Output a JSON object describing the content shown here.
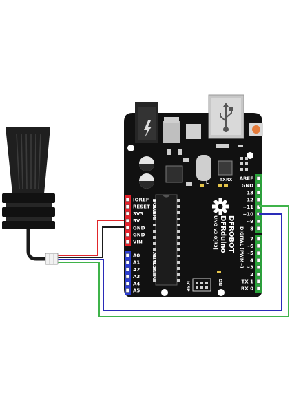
{
  "board": {
    "brand": "DFROBOT",
    "name": "DFRduino",
    "version": "UNO v3.0[R3]",
    "power_header_label": "POWER",
    "analog_header_label": "ANALOG IN",
    "digital_header_label": "DIGITAL (PWM~)",
    "icsp_label": "ICSP",
    "on_label": "ON",
    "tx_led_label": "TX",
    "rx_led_label": "RX",
    "led_l_label": "L",
    "power_pins": [
      "IOREF",
      "RESET",
      "3V3",
      "5V",
      "GND",
      "GND",
      "VIN"
    ],
    "analog_pins": [
      "A0",
      "A1",
      "A2",
      "A3",
      "A4",
      "A5"
    ],
    "digital_pins_top": [
      "AREF",
      "GND",
      "13",
      "12",
      "~11",
      "~10",
      "~9",
      "8"
    ],
    "digital_pins_bottom": [
      "7",
      "~6",
      "~5",
      "4",
      "~3",
      "2",
      "TX 1",
      "RX 0"
    ]
  },
  "colors": {
    "board": "#111111",
    "header_power": "#e5212b",
    "header_analog": "#2b3ccf",
    "header_digital": "#29a33a",
    "wire_red": "#e0262a",
    "wire_black": "#1a1a1a",
    "wire_blue": "#2a2cb8",
    "wire_green": "#3fb34a",
    "sensor": "#1f1f1f"
  },
  "icons": [
    "usb-icon",
    "dfrobot-gear-logo",
    "dc-jack-icon",
    "lightning-icon"
  ]
}
